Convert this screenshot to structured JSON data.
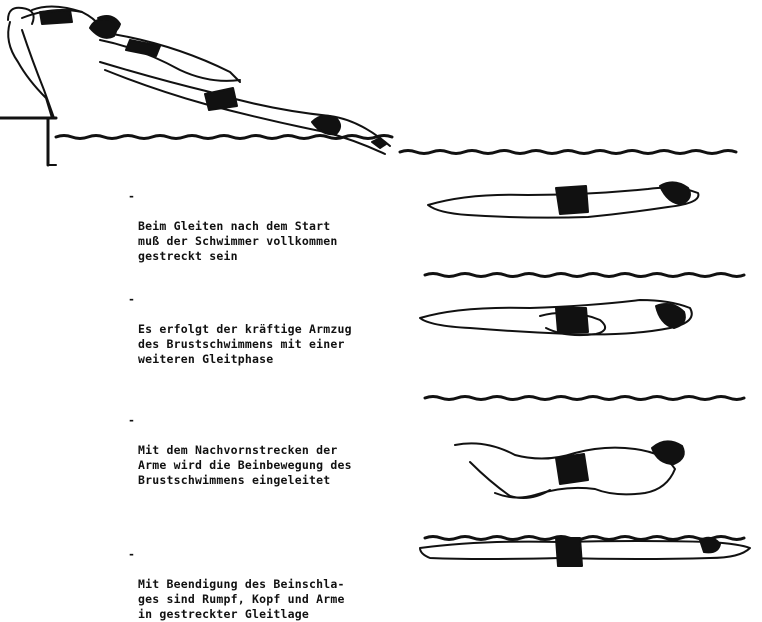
{
  "colors": {
    "ink": "#111111",
    "paper": "#ffffff"
  },
  "steps": [
    {
      "bullet": "-",
      "text": "Beim Gleiten  nach  dem  Start\nmuß  der  Schwimmer vollkommen\ngestreckt sein"
    },
    {
      "bullet": "-",
      "text": "Es erfolgt der kräftige Armzug\ndes Brustschwimmens mit  einer\nweiteren Gleitphase"
    },
    {
      "bullet": "-",
      "text": "Mit  dem  Nachvornstrecken der\nArme wird die Beinbewegung des\nBrustschwimmens eingeleitet"
    },
    {
      "bullet": "-",
      "text": "Mit Beendigung des  Beinschla-\nges  sind Rumpf, Kopf und Arme\nin gestreckter Gleitlage"
    }
  ]
}
